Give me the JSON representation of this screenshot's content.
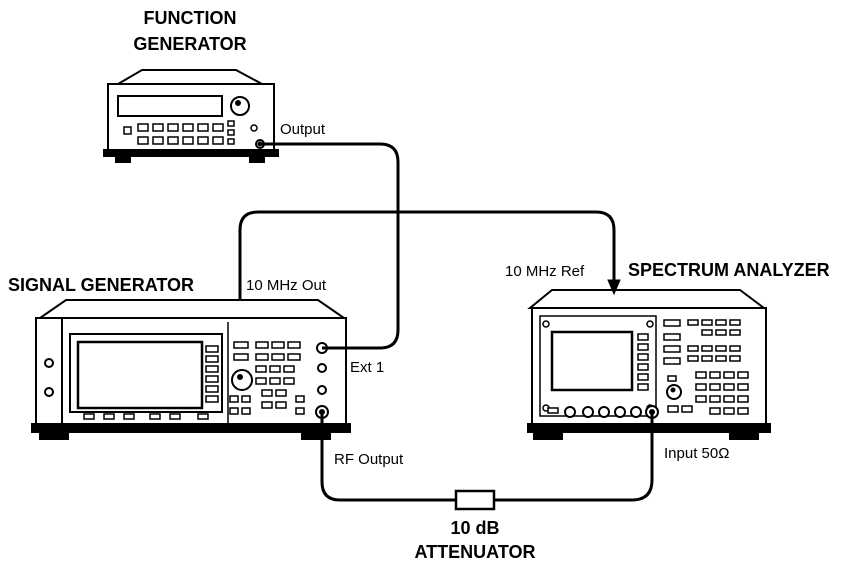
{
  "instruments": {
    "function_generator": {
      "title_line1": "FUNCTION",
      "title_line2": "GENERATOR"
    },
    "signal_generator": {
      "title": "SIGNAL GENERATOR"
    },
    "spectrum_analyzer": {
      "title": "SPECTRUM ANALYZER"
    },
    "attenuator": {
      "title_line1": "10 dB",
      "title_line2": "ATTENUATOR"
    }
  },
  "ports": {
    "fg_output": "Output",
    "sg_10mhz_out": "10 MHz Out",
    "sg_ext1": "Ext 1",
    "sg_rf_output": "RF Output",
    "sa_10mhz_ref": "10 MHz Ref",
    "sa_input": "Input 50Ω"
  }
}
